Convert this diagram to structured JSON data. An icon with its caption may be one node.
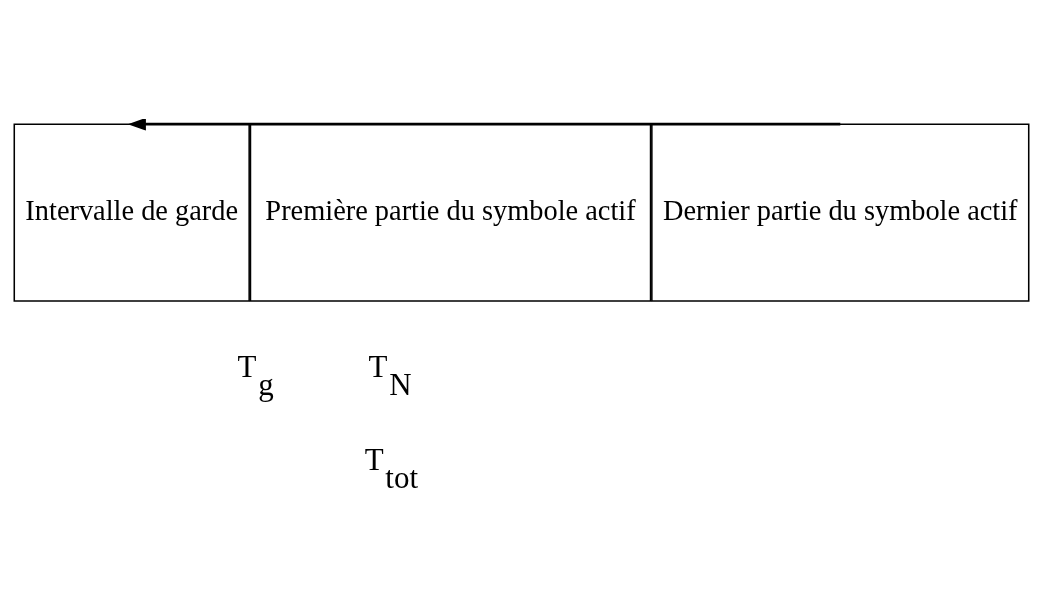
{
  "diagram": {
    "nodes": [
      {
        "text": [
          "Intervalle de garde"
        ]
      },
      {
        "text": [
          "Première partie du symbole actif"
        ]
      },
      {
        "text": [
          "Dernier partie du symbole actif"
        ]
      }
    ],
    "edges": [
      {
        "from": 2,
        "to": 0,
        "arrow": "to"
      }
    ],
    "labels": [
      "T$_{g}$",
      "T$_{N}$",
      "T$_{tot}$"
    ]
  }
}
